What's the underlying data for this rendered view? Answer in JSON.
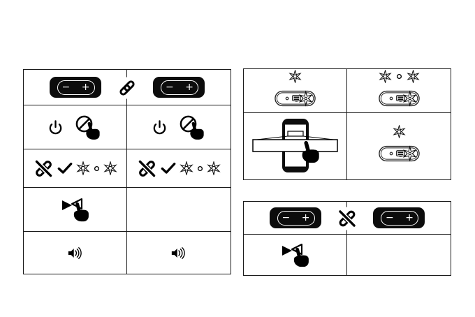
{
  "meta": {
    "type": "device-instruction-diagram"
  },
  "remote_buttons": {
    "minus": "−",
    "plus": "+"
  },
  "colors": {
    "background": "#ffffff",
    "table_line": "#1a1a1a",
    "icon": "#000000",
    "remote_body": "#0c0c0c",
    "remote_oval_outline": "#ffffff"
  },
  "pairing_table": {
    "rows": [
      {
        "step": "pair-remotes",
        "left_icons": [
          "volume-remote"
        ],
        "divider_icon": "link-icon",
        "right_icons": [
          "volume-remote"
        ]
      },
      {
        "step": "power-no-press",
        "left_icons": [
          "power-icon",
          "do-not-press-icon",
          "tap-hand-icon"
        ],
        "right_icons": [
          "power-icon",
          "do-not-press-icon",
          "tap-hand-icon"
        ]
      },
      {
        "step": "unlink-confirm-blink",
        "left_icons": [
          "link-off-icon",
          "check-icon",
          "led-burst-icon",
          "dot-icon",
          "led-burst-icon"
        ],
        "right_icons": [
          "link-off-icon",
          "check-icon",
          "led-burst-icon",
          "dot-icon",
          "led-burst-icon"
        ]
      },
      {
        "step": "double-tap",
        "left_icons": [
          "double-tap-icon",
          "tap-hand-icon"
        ],
        "right_icons": []
      },
      {
        "step": "audio-feedback",
        "left_icons": [
          "speaker-icon"
        ],
        "right_icons": [
          "speaker-icon"
        ]
      }
    ]
  },
  "led_table": {
    "rows": [
      {
        "step": "led-single-blink",
        "left_icons": [
          "led-burst-icon",
          "device-back-icon"
        ],
        "right_icons": [
          "led-burst-icon",
          "dot-icon",
          "led-burst-icon",
          "device-back-icon"
        ]
      },
      {
        "step": "phone-notification-tap",
        "left_icons": [
          "phone-notification-icon",
          "tap-hand-icon"
        ],
        "right_icons": [
          "led-burst-icon",
          "device-back-icon"
        ]
      }
    ]
  },
  "unpair_table": {
    "rows": [
      {
        "step": "unpair-remotes",
        "left_icons": [
          "volume-remote"
        ],
        "divider_icon": "link-off-icon",
        "right_icons": [
          "volume-remote"
        ]
      },
      {
        "step": "double-tap",
        "left_icons": [
          "double-tap-icon",
          "tap-hand-icon"
        ],
        "right_icons": []
      }
    ]
  }
}
